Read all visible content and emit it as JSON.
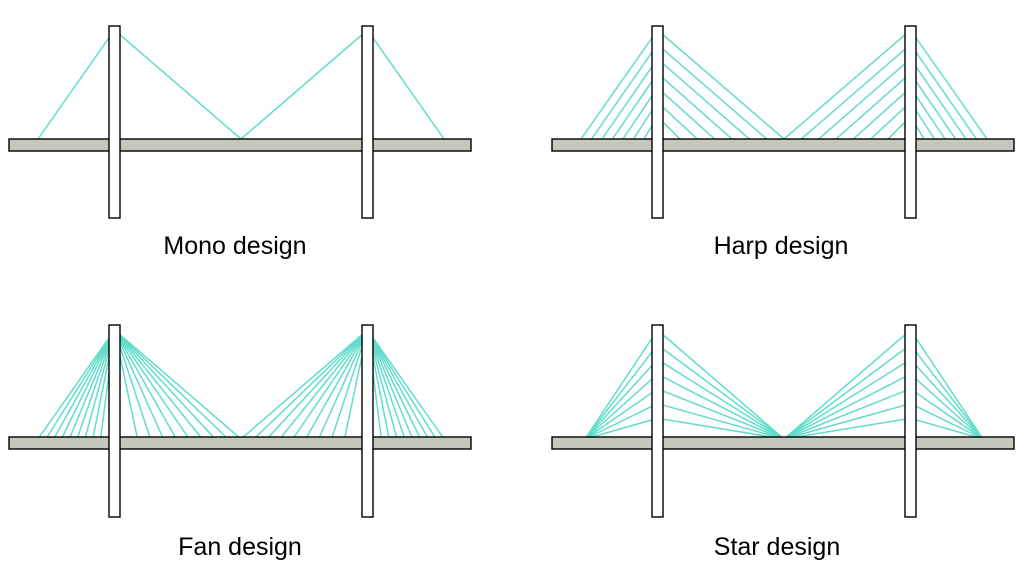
{
  "colors": {
    "cable": "#62dccb",
    "deck_fill": "#c4c7bd",
    "outline": "#000000",
    "tower_fill": "#ffffff",
    "background": "#ffffff"
  },
  "panels": [
    {
      "id": "mono",
      "caption": "Mono design",
      "cable_pattern": "mono",
      "cables_per_side": 1
    },
    {
      "id": "harp",
      "caption": "Harp design",
      "cable_pattern": "harp",
      "cables_per_side": 7
    },
    {
      "id": "fan",
      "caption": "Fan design",
      "cable_pattern": "fan",
      "cables_per_side": 9
    },
    {
      "id": "star",
      "caption": "Star design",
      "cable_pattern": "star",
      "cables_per_side": 7
    }
  ]
}
